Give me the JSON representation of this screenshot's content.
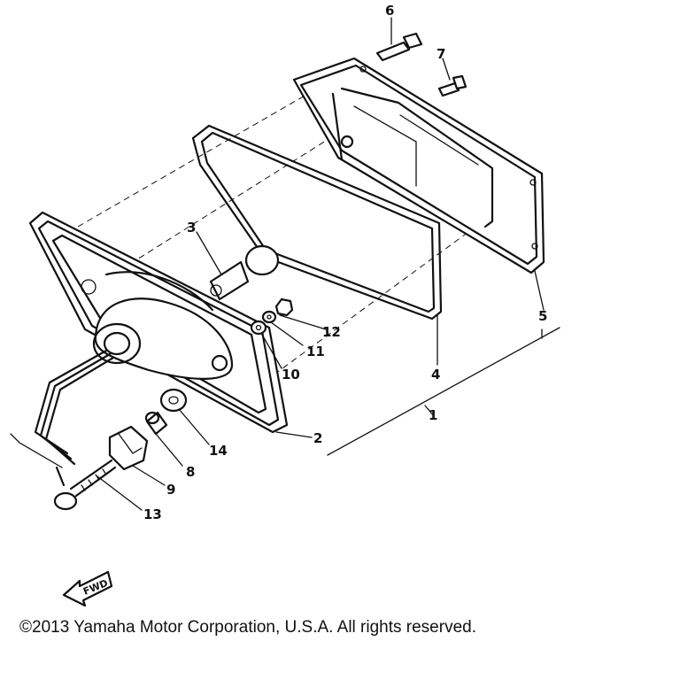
{
  "callouts": {
    "c1": "1",
    "c2": "2",
    "c3": "3",
    "c4": "4",
    "c5": "5",
    "c6": "6",
    "c7": "7",
    "c8": "8",
    "c9": "9",
    "c10": "10",
    "c11": "11",
    "c12": "12",
    "c13": "13",
    "c14": "14"
  },
  "fwd_label": "FWD",
  "copyright": "©2013 Yamaha Motor Corporation, U.S.A. All rights reserved."
}
